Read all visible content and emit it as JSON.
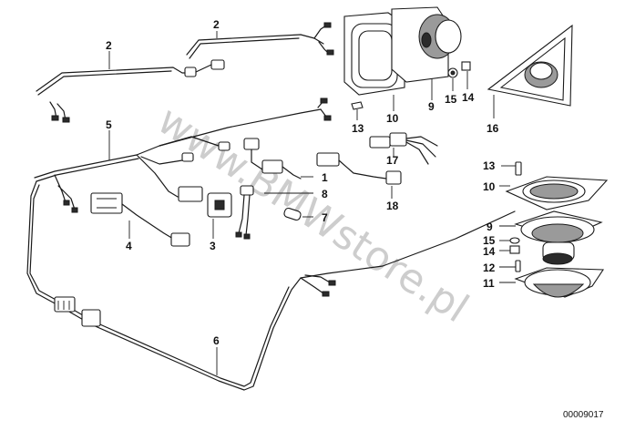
{
  "diagram": {
    "callouts": {
      "c1": "1",
      "c2a": "2",
      "c2b": "2",
      "c3": "3",
      "c4": "4",
      "c5": "5",
      "c6": "6",
      "c7": "7",
      "c8": "8",
      "c9a": "9",
      "c9b": "9",
      "c10a": "10",
      "c10b": "10",
      "c11": "11",
      "c12": "12",
      "c13a": "13",
      "c13b": "13",
      "c14a": "14",
      "c14b": "14",
      "c15a": "15",
      "c15b": "15",
      "c16": "16",
      "c17": "17",
      "c18": "18"
    },
    "document_number": "00009017",
    "watermark": "www.BMWstore.pl"
  },
  "colors": {
    "line": "#1a1a1a",
    "background": "#ffffff",
    "watermark": "#bdbdbd"
  }
}
